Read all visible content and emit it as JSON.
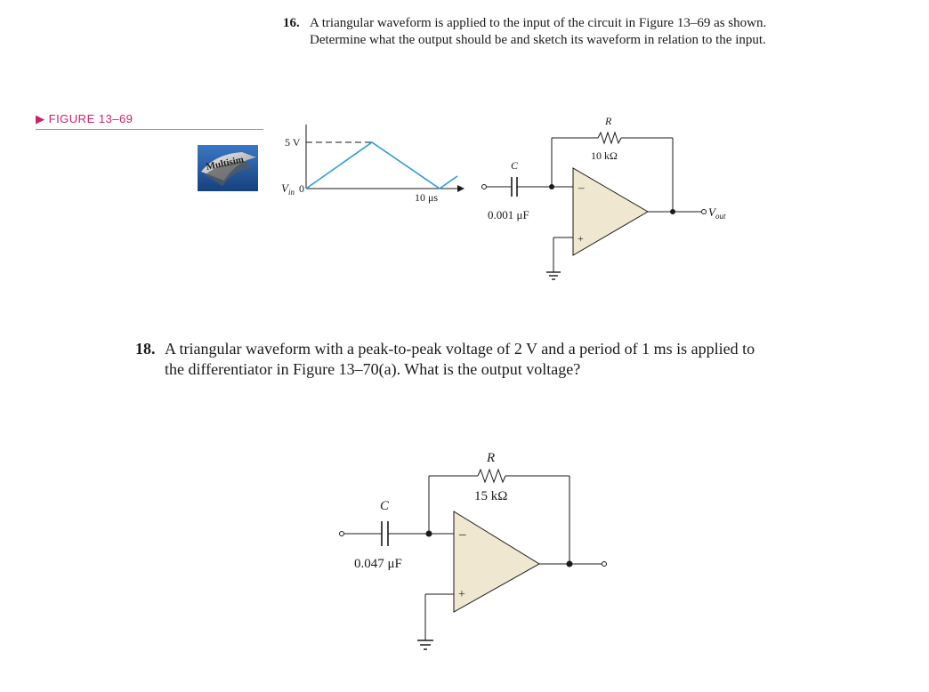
{
  "problem16": {
    "number": "16.",
    "line1": "A triangular waveform is applied to the input of the circuit in Figure 13–69 as shown.",
    "line2": "Determine what the output should be and sketch its waveform in relation to the input."
  },
  "figure69": {
    "label": "FIGURE 13–69",
    "logo_text": "Multisim",
    "waveform": {
      "vmax_label": "5 V",
      "vin_label": "V",
      "vin_sub": "in",
      "zero_label": "0",
      "time_label": "10 μs"
    },
    "capacitor": {
      "name": "C",
      "value": "0.001 μF"
    },
    "resistor": {
      "name": "R",
      "value": "10 kΩ"
    },
    "opamp": {
      "minus": "–",
      "plus": "+"
    },
    "output": {
      "label": "V",
      "sub": "out"
    }
  },
  "problem18": {
    "number": "18.",
    "line1": "A triangular waveform with a peak-to-peak voltage of 2 V and a period of 1 ms is applied to",
    "line2": "the differentiator in Figure 13–70(a). What is the output voltage?"
  },
  "figure70a": {
    "capacitor": {
      "name": "C",
      "value": "0.047 μF"
    },
    "resistor": {
      "name": "R",
      "value": "15 kΩ"
    },
    "opamp": {
      "minus": "–",
      "plus": "+"
    }
  },
  "colors": {
    "figure_label": "#cc1f6a",
    "rule": "#7a9cc6",
    "waveform": "#2e9bd6",
    "opamp_fill": "#efe7cf"
  }
}
